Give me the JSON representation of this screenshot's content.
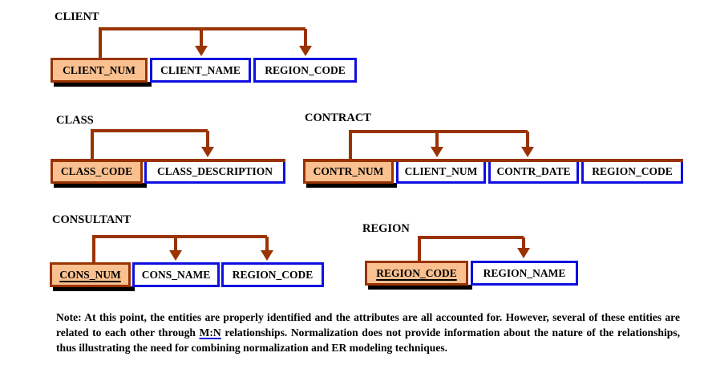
{
  "colors": {
    "key_fill": "#FAC08F",
    "key_border": "#993300",
    "arrow": "#993300",
    "attr_border": "#0F0FE0",
    "shadow": "#000000"
  },
  "entities": {
    "client": {
      "label": "CLIENT",
      "fields": [
        {
          "name": "CLIENT_NUM",
          "key": true,
          "underlined": false
        },
        {
          "name": "CLIENT_NAME",
          "key": false,
          "underlined": false
        },
        {
          "name": "REGION_CODE",
          "key": false,
          "underlined": false
        }
      ]
    },
    "class": {
      "label": "CLASS",
      "fields": [
        {
          "name": "CLASS_CODE",
          "key": true,
          "underlined": false
        },
        {
          "name": "CLASS_DESCRIPTION",
          "key": false,
          "underlined": false
        }
      ]
    },
    "contract": {
      "label": "CONTRACT",
      "fields": [
        {
          "name": "CONTR_NUM",
          "key": true,
          "underlined": false
        },
        {
          "name": "CLIENT_NUM",
          "key": false,
          "underlined": false
        },
        {
          "name": "CONTR_DATE",
          "key": false,
          "underlined": false
        },
        {
          "name": "REGION_CODE",
          "key": false,
          "underlined": false
        }
      ]
    },
    "consultant": {
      "label": "CONSULTANT",
      "fields": [
        {
          "name": "CONS_NUM",
          "key": true,
          "underlined": true
        },
        {
          "name": "CONS_NAME",
          "key": false,
          "underlined": false
        },
        {
          "name": "REGION_CODE",
          "key": false,
          "underlined": false
        }
      ]
    },
    "region": {
      "label": "REGION",
      "fields": [
        {
          "name": "REGION_CODE",
          "key": true,
          "underlined": true
        },
        {
          "name": "REGION_NAME",
          "key": false,
          "underlined": false
        }
      ]
    }
  },
  "note": {
    "prefix": "Note: At this point, the entities are properly identified and the attributes are all accounted for. However, several of these entities are related to each other through ",
    "highlight": "M:N",
    "suffix": " relationships. Normalization does not provide information about the nature of the relationships, thus illustrating the need for combining normalization and ER modeling techniques."
  }
}
